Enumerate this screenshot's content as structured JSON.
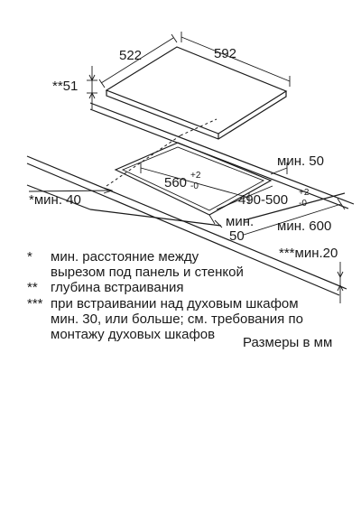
{
  "dimensions": {
    "hob_depth": "522",
    "hob_width": "592",
    "hob_height": "**51",
    "cutout_width": "560",
    "cutout_width_tol_plus": "+2",
    "cutout_width_tol_minus": "-0",
    "cutout_depth": "490-500",
    "cutout_depth_tol_plus": "+2",
    "cutout_depth_tol_minus": "-0",
    "min_50_back": "мин. 50",
    "min_40_side": "*мин. 40",
    "min_50_front_a": "мин.",
    "min_50_front_b": "50",
    "min_600": "мин. 600",
    "min_20": "***мин.20"
  },
  "notes": [
    {
      "mark": "*",
      "lines": [
        "мин. расстояние между",
        "вырезом под панель и стенкой"
      ]
    },
    {
      "mark": "**",
      "lines": [
        "глубина встраивания"
      ]
    },
    {
      "mark": "***",
      "lines": [
        "при встраивании над духовым шкафом",
        "мин. 30, или больше; см. требования по",
        "монтажу духовых шкафов"
      ]
    }
  ],
  "units_note": "Размеры в мм"
}
